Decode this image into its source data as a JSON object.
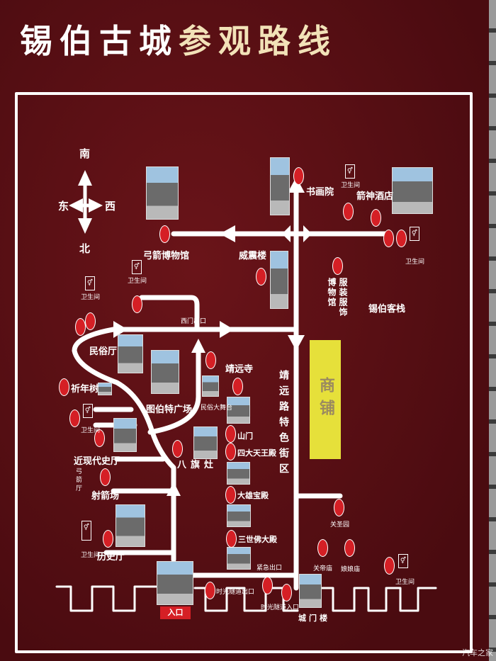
{
  "title": {
    "part1": "锡伯古城",
    "part2": "参观路线"
  },
  "compass": {
    "south": "南",
    "north": "北",
    "east": "东",
    "west": "西"
  },
  "places": {
    "gongjian_museum": "弓箭博物馆",
    "shuhuayuan": "书画院",
    "jianshen_hotel": "箭神酒店",
    "weizhenlou": "威震楼",
    "clothing_museum_a": "博物馆",
    "clothing_museum_b": "服装服饰",
    "xibo_inn": "锡伯客栈",
    "ximen_exit": "西门出口",
    "minsuting": "民俗厅",
    "jingyuansi": "靖远寺",
    "qiniánshu": "祈年树",
    "tubote_square": "图伯特广场",
    "folk_stage": "民俗大舞台",
    "shanmen": "山门",
    "sidatianwang": "四大天王殿",
    "jinxiandai": "近现代史厅",
    "gongjianting": "弓箭厅",
    "baqizao": "八旗灶",
    "daxiong": "大雄宝殿",
    "shejianchang": "射箭场",
    "sanshifo": "三世佛大殿",
    "lishiting": "历史厅",
    "emergency_exit": "紧急出口",
    "street": "靖远路特色街区",
    "shop": "商铺",
    "guanshengyuan": "关圣园",
    "guandimiao": "关帝庙",
    "niangniangmiao": "娘娘庙",
    "tunnel_exit": "时光隧道出口",
    "tunnel_entry": "时光隧道入口",
    "chengmenlou": "城门楼",
    "entrance": "入口"
  },
  "toilet": {
    "label": "卫生间",
    "icon": "toilet-icon"
  },
  "watermark": "汽车之家",
  "colors": {
    "board": "#5a0f14",
    "dot": "#d51f25",
    "shop": "#e6e03a",
    "title_accent": "#f2e2b8"
  }
}
